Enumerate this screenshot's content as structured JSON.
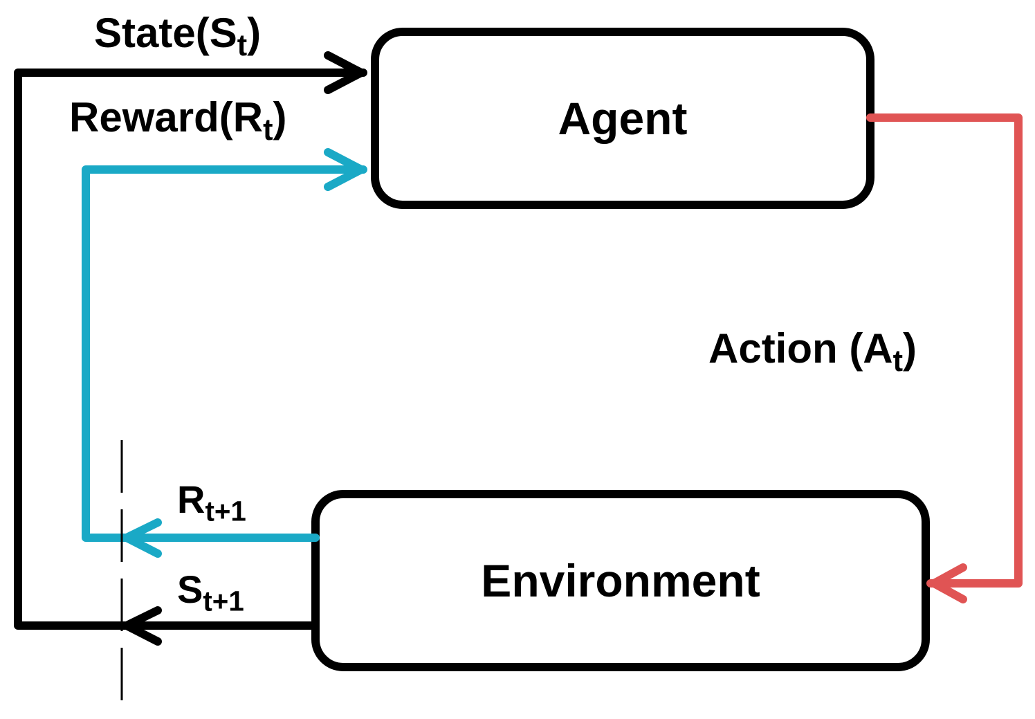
{
  "nodes": {
    "agent": {
      "label": "Agent"
    },
    "environment": {
      "label": "Environment"
    }
  },
  "edges": {
    "state": {
      "main": "State(S",
      "sub": "t",
      "close": ")"
    },
    "reward": {
      "main": "Reward(R",
      "sub": "t",
      "close": ")"
    },
    "action": {
      "main": "Action (A",
      "sub": "t",
      "close": ")"
    },
    "next_reward": {
      "main": "R",
      "sub": "t+1"
    },
    "next_state": {
      "main": "S",
      "sub": "t+1"
    }
  },
  "colors": {
    "state_arrow": "#000000",
    "reward_arrow": "#1aa9c6",
    "action_arrow": "#e05454"
  }
}
